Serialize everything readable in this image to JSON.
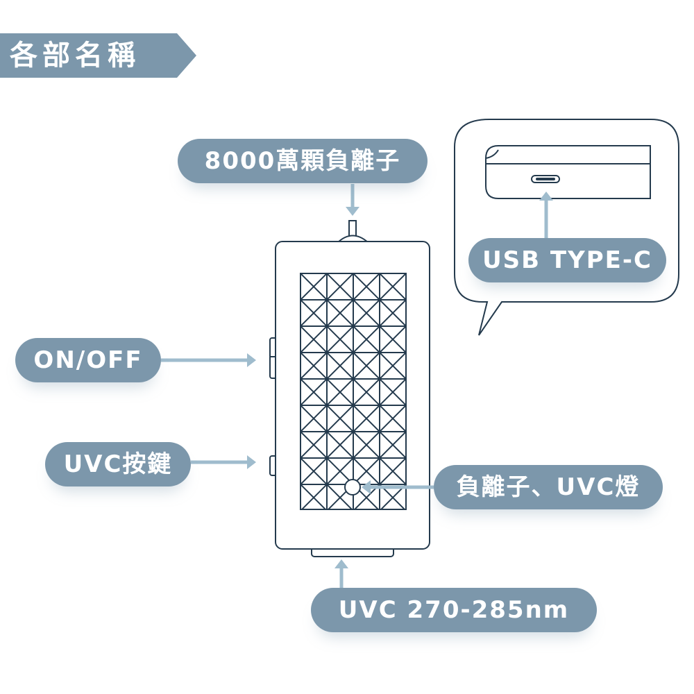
{
  "title": "各部名稱",
  "labels": {
    "ions": "8000萬顆負離子",
    "usb": "USB TYPE-C",
    "onoff": "ON/OFF",
    "uvc_button": "UVC按鍵",
    "light": "負離子、UVC燈",
    "uvc_range": "UVC 270-285nm"
  },
  "colors": {
    "accent": "#7c97ab",
    "arrow": "#9fbccd",
    "outline": "#243a4d"
  }
}
